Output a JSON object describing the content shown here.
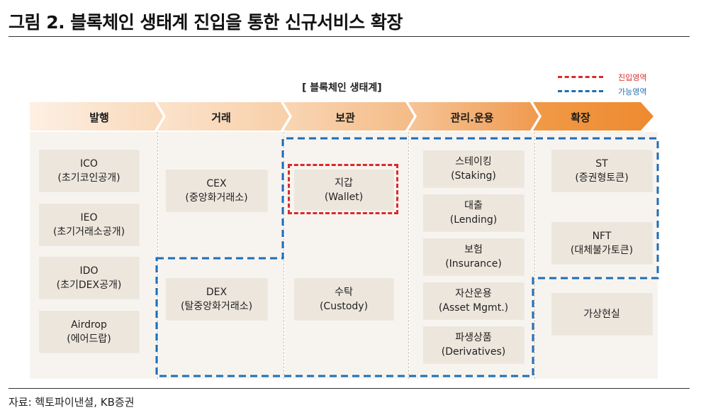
{
  "figure_title": "그림 2. 블록체인 생태계 진입을 통한 신규서비스 확장",
  "diagram_title": "[ 블록체인 생태계]",
  "legend": [
    {
      "label": "진입영역",
      "color": "#d92b2b"
    },
    {
      "label": "가능영역",
      "color": "#1f6db5"
    }
  ],
  "stages": [
    "발행",
    "거래",
    "보관",
    "관리.운용",
    "확장"
  ],
  "stage_colors": [
    "#fbe3cc",
    "#f9d6b4",
    "#f6c597",
    "#f3ac6d",
    "#ee8a2e"
  ],
  "columns": {
    "issue": [
      {
        "line1": "ICO",
        "line2": "(초기코인공개)"
      },
      {
        "line1": "IEO",
        "line2": "(초기거래소공개)"
      },
      {
        "line1": "IDO",
        "line2": "(초기DEX공개)"
      },
      {
        "line1": "Airdrop",
        "line2": "(에어드랍)"
      }
    ],
    "trade": [
      {
        "line1": "CEX",
        "line2": "(중앙화거래소)"
      },
      {
        "line1": "DEX",
        "line2": "(탈중앙화거래소)"
      }
    ],
    "custody": [
      {
        "line1": "지갑",
        "line2": "(Wallet)"
      },
      {
        "line1": "수탁",
        "line2": "(Custody)"
      }
    ],
    "management": [
      {
        "line1": "스테이킹",
        "line2": "(Staking)"
      },
      {
        "line1": "대출",
        "line2": "(Lending)"
      },
      {
        "line1": "보험",
        "line2": "(Insurance)"
      },
      {
        "line1": "자산운용",
        "line2": "(Asset Mgmt.)"
      },
      {
        "line1": "파생상품",
        "line2": "(Derivatives)"
      }
    ],
    "expansion": [
      {
        "line1": "ST",
        "line2": "(증권형토큰)"
      },
      {
        "line1": "NFT",
        "line2": "(대체불가토큰)"
      },
      {
        "line1": "가상현실",
        "line2": ""
      }
    ]
  },
  "source": "자료: 헥토파이낸셜, KB증권"
}
